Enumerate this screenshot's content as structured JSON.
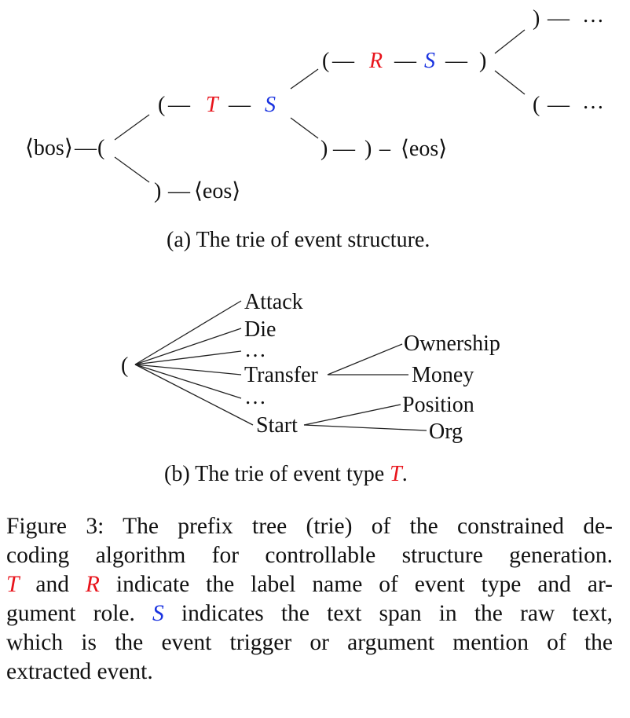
{
  "trie_a": {
    "root_bos": "⟨bos⟩",
    "dash": "—",
    "small_dash": "–",
    "open_paren": "(",
    "close_paren": ")",
    "eos": "⟨eos⟩",
    "ellipsis": "…",
    "symbol_T": "T",
    "symbol_R": "R",
    "symbol_S": "S",
    "caption": "(a) The trie of event structure."
  },
  "trie_b": {
    "root": "(",
    "types": [
      "Attack",
      "Die",
      "…",
      "Transfer",
      "…",
      "Start"
    ],
    "transfer_children": [
      "Ownership",
      "Money"
    ],
    "start_children": [
      "Position",
      "Org"
    ],
    "caption_prefix": "(b) The trie of event type",
    "caption_symbol": "T",
    "caption_suffix": "."
  },
  "figure_caption": {
    "lines": [
      "Figure 3: The prefix tree (trie) of the constrained de-",
      "coding algorithm for controllable structure generation.",
      "{T} and {R} indicate the label name of event type and ar-",
      "gument role. {S} indicates the text span in the raw text,",
      "which is the event trigger or argument mention of the",
      "extracted event."
    ],
    "line3_mid": " and ",
    "line3_rest": " indicate the label name of event type and ar-",
    "line4_rest": " indicates the text span in the raw text,"
  },
  "colors": {
    "type_symbol": "#e8141c",
    "role_symbol": "#e8141c",
    "span_symbol": "#1a33e0"
  }
}
